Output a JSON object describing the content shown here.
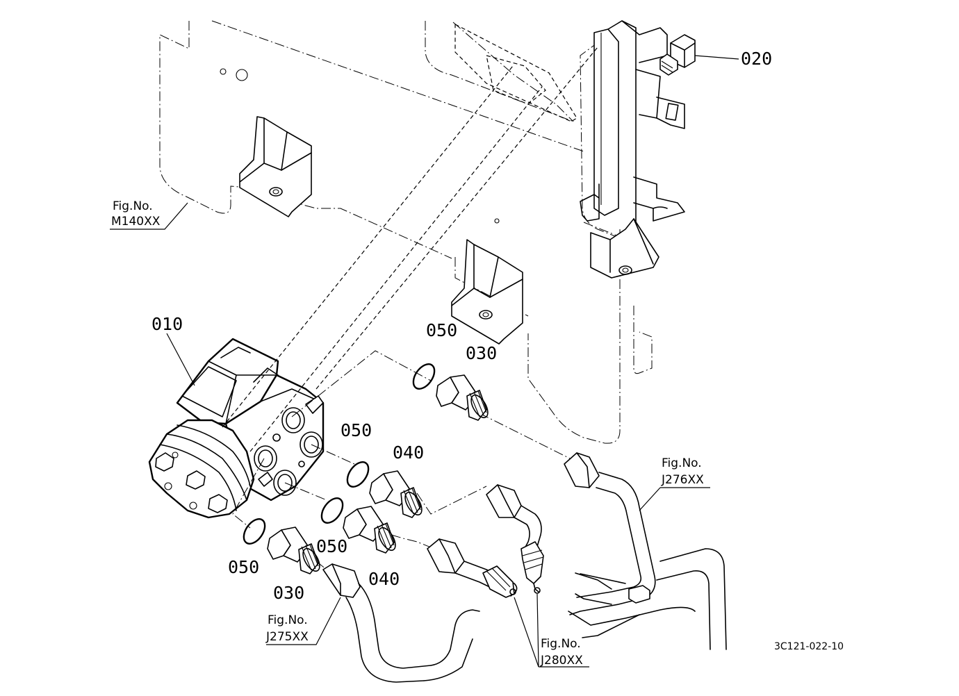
{
  "parts": {
    "p010": "010",
    "p020": "020",
    "p030a": "030",
    "p030b": "030",
    "p040a": "040",
    "p040b": "040",
    "p050a": "050",
    "p050b": "050",
    "p050c": "050",
    "p050d": "050"
  },
  "fig_refs": {
    "m140": {
      "line1": "Fig.No.",
      "line2": "M140XX"
    },
    "j276": {
      "line1": "Fig.No.",
      "line2": "J276XX"
    },
    "j275": {
      "line1": "Fig.No.",
      "line2": "J275XX"
    },
    "j280": {
      "line1": "Fig.No.",
      "line2": "J280XX"
    }
  },
  "diagram_id": "3C121-022-10"
}
